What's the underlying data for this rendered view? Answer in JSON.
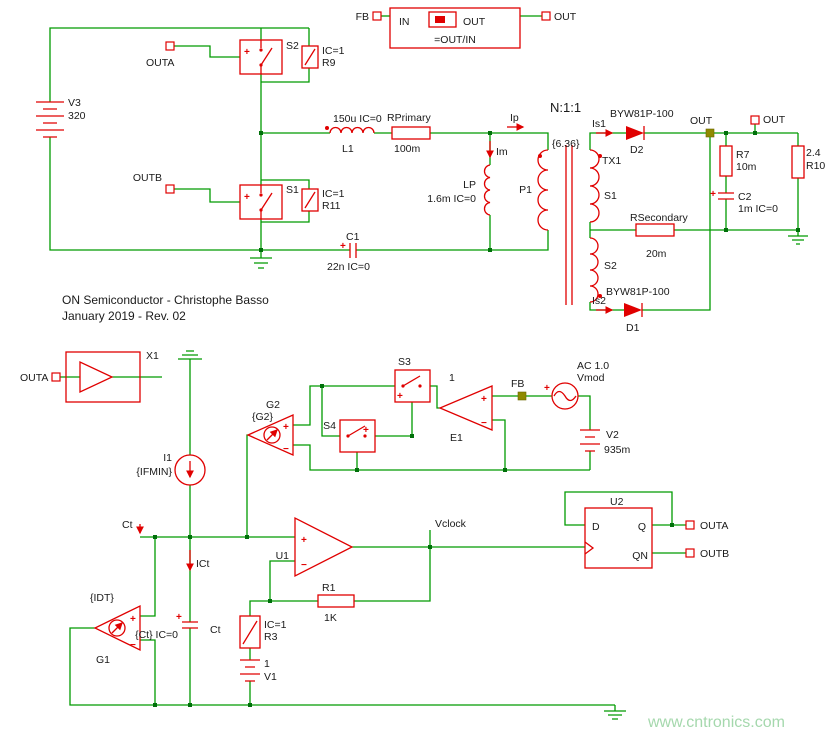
{
  "sym": {
    "plus": "+",
    "minus": "−"
  },
  "block": {
    "fb": "FB",
    "in": "IN",
    "out": "OUT",
    "ratio": "=OUT/IN",
    "out_port": "OUT"
  },
  "power": {
    "v3_name": "V3",
    "v3_value": "320",
    "outa": "OUTA",
    "outb": "OUTB",
    "s2": "S2",
    "r9_ic": "IC=1",
    "r9": "R9",
    "s1": "S1",
    "r11_ic": "IC=1",
    "r11": "R11",
    "l1_value": "150u IC=0",
    "l1": "L1",
    "rprimary": "RPrimary",
    "rprimary_value": "100m",
    "im": "Im",
    "lp": "LP",
    "lp_value": "1.6m IC=0",
    "ip": "Ip",
    "c1": "C1",
    "c1_value": "22n IC=0",
    "ratio": "N:1:1",
    "turns": "{6.36}",
    "tx1": "TX1",
    "p1": "P1",
    "sec1": "S1",
    "sec2": "S2",
    "is1": "Is1",
    "d2_part": "BYW81P-100",
    "d2": "D2",
    "is2": "Is2",
    "d1_part": "BYW81P-100",
    "d1": "D1",
    "out_node": "OUT",
    "out_port": "OUT",
    "r7": "R7",
    "r7_value": "10m",
    "c2": "C2",
    "c2_value": "1m IC=0",
    "r10_value": "2.4",
    "r10": "R10",
    "rsecondary": "RSecondary",
    "rsecondary_value": "20m"
  },
  "note": {
    "line1": "ON Semiconductor - Christophe Basso",
    "line2": "January 2019 - Rev. 02"
  },
  "ctrl": {
    "outa_port": "OUTA",
    "x1": "X1",
    "g2": "G2",
    "g2_value": "{G2}",
    "s3": "S3",
    "s4": "S4",
    "e1_gain": "1",
    "e1": "E1",
    "fb": "FB",
    "ac": "AC 1.0",
    "vmod": "Vmod",
    "v2": "V2",
    "v2_value": "935m",
    "i1": "I1",
    "i1_value": "{IFMIN}",
    "ct_probe": "Ct",
    "ict": "ICt",
    "u1": "U1",
    "vclock": "Vclock",
    "r1": "R1",
    "r1_value": "1K",
    "r3_ic": "IC=1",
    "r3": "R3",
    "v1_value": "1",
    "v1": "V1",
    "g1_value": "{IDT}",
    "g1": "G1",
    "ct_value": "{Ct} IC=0",
    "ct": "Ct",
    "u2": "U2",
    "u2_d": "D",
    "u2_q": "Q",
    "u2_qn": "QN",
    "outa": "OUTA",
    "outb": "OUTB"
  },
  "watermark": "www.cntronics.com"
}
